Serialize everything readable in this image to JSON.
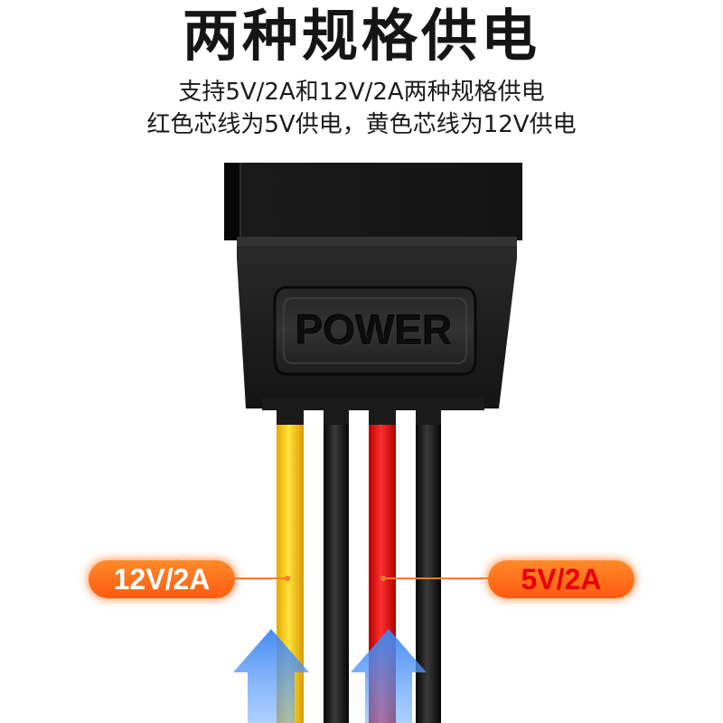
{
  "header": {
    "title": "两种规格供电",
    "line1": "支持5V/2A和12V/2A两种规格供电",
    "line2": "红色芯线为5V供电，黄色芯线为12V供电"
  },
  "connector": {
    "label": "POWER"
  },
  "labels": {
    "left_badge": "12V/2A",
    "right_badge": "5V/2A"
  },
  "colors": {
    "yellow_wire": "#ffd21a",
    "red_wire": "#ee1a1a",
    "black_wire": "#111111",
    "badge_orange": "#ff6a1a",
    "arrow_blue": "#4f8fe8"
  },
  "icons": {
    "left_arrow": "up-arrow-icon",
    "right_arrow": "up-arrow-icon"
  }
}
